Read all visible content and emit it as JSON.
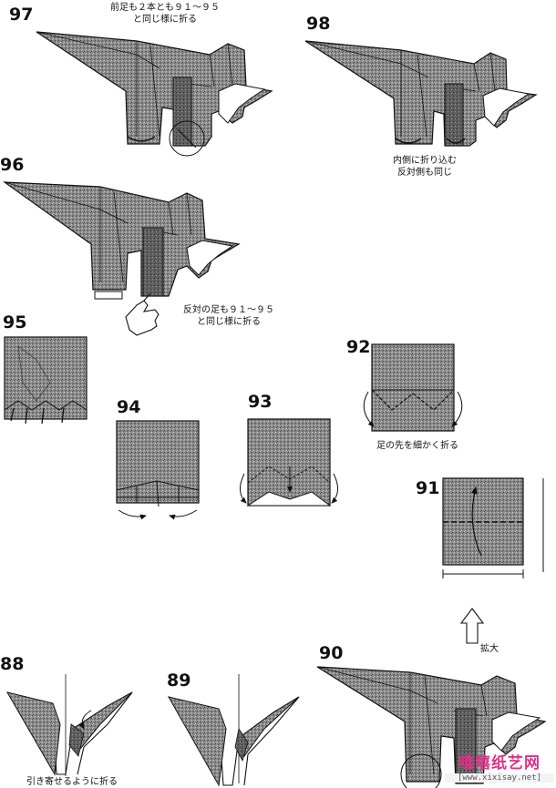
{
  "steps": {
    "s97": {
      "number": "97",
      "caption": [
        "前足も２本とも９１～９５",
        "と同じ様に折る"
      ]
    },
    "s98": {
      "number": "98",
      "caption": [
        "内側に折り込む",
        "反対側も同じ"
      ]
    },
    "s96": {
      "number": "96",
      "caption": [
        "反対の足も９１～９５",
        "と同じ様に折る"
      ]
    },
    "s95": {
      "number": "95"
    },
    "s94": {
      "number": "94"
    },
    "s93": {
      "number": "93"
    },
    "s92": {
      "number": "92",
      "caption": [
        "足の先を細かく折る"
      ]
    },
    "s91": {
      "number": "91"
    },
    "s90": {
      "number": "90"
    },
    "s89": {
      "number": "89"
    },
    "s88": {
      "number": "88",
      "caption": [
        "引き寄せるように折る"
      ]
    }
  },
  "enlarge_label": "拡大",
  "watermark": {
    "brand": "嘻嘻纸艺网",
    "url": "[www.xixisay.net]"
  },
  "colors": {
    "paper_gray": "#8a8a8a",
    "paper_dark": "#5a5a5a",
    "line": "#111111",
    "brand_pink": "#e0308a"
  },
  "icons": [
    "pointing-hand-icon",
    "rotate-arrow-icon",
    "enlarge-arrow-icon"
  ]
}
